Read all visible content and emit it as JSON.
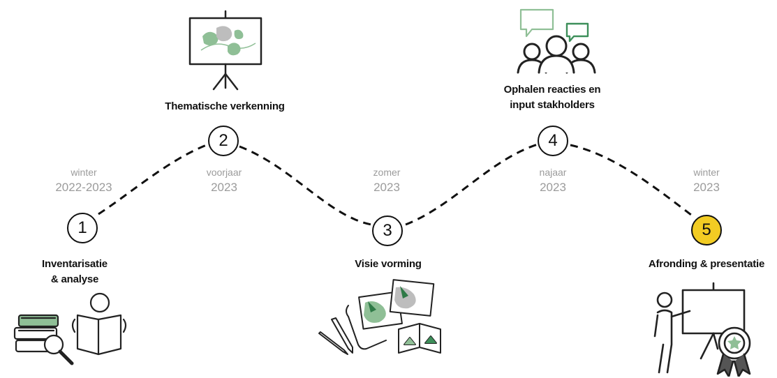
{
  "steps": [
    {
      "number": "1",
      "title_line1": "Inventarisatie",
      "title_line2": "& analyse",
      "season": "winter",
      "year": "2022-2023"
    },
    {
      "number": "2",
      "title_line1": "Thematische verkenning",
      "title_line2": "",
      "season": "voorjaar",
      "year": "2023"
    },
    {
      "number": "3",
      "title_line1": "Visie vorming",
      "title_line2": "",
      "season": "zomer",
      "year": "2023"
    },
    {
      "number": "4",
      "title_line1": "Ophalen reacties en",
      "title_line2": "input stakholders",
      "season": "najaar",
      "year": "2023"
    },
    {
      "number": "5",
      "title_line1": "Afronding & presentatie",
      "title_line2": "",
      "season": "winter",
      "year": "2023"
    }
  ],
  "colors": {
    "line": "#111111",
    "season_text": "#9b9b9b",
    "final_highlight": "#f2cc23",
    "accent_green": "#3d8f5a",
    "pale_green": "#8fbf96"
  },
  "icons": [
    "books-magnifier-reader-icon",
    "presentation-board-icon",
    "maps-drawing-icon",
    "group-speech-bubbles-icon",
    "presenter-award-icon"
  ]
}
